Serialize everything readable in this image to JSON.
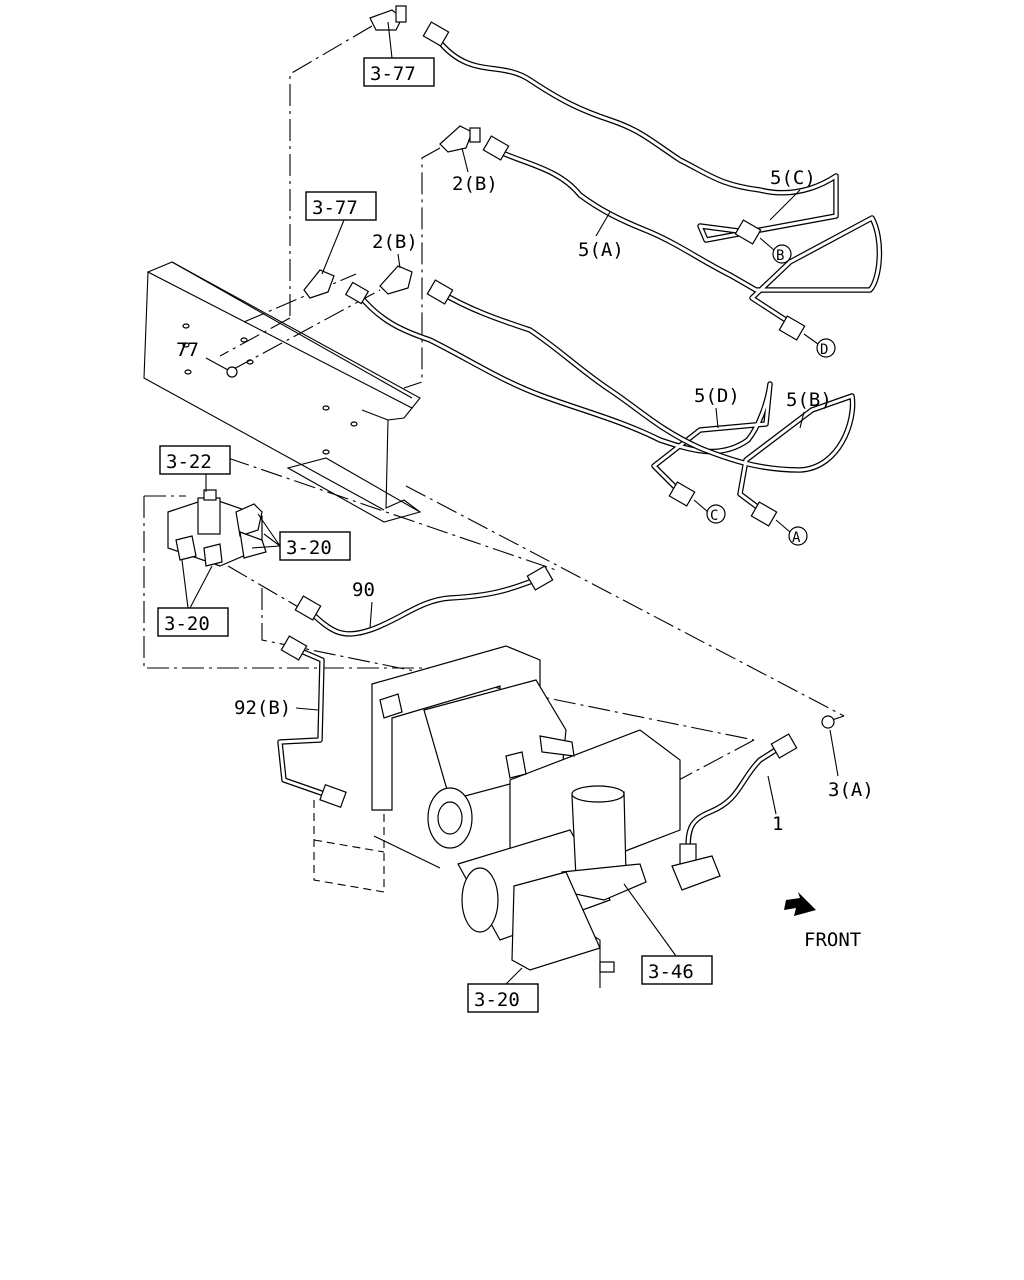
{
  "callouts": {
    "ref_3_77_top": "3-77",
    "ref_3_77_mid": "3-77",
    "ref_3_22": "3-22",
    "ref_3_20_right": "3-20",
    "ref_3_20_left": "3-20",
    "ref_3_46": "3-46",
    "ref_3_20_bottom": "3-20"
  },
  "part_labels": {
    "p2b_top": "2(B)",
    "p2b_mid": "2(B)",
    "p5c": "5(C)",
    "p5a": "5(A)",
    "p5d": "5(D)",
    "p5b": "5(B)",
    "p77": "77",
    "p90": "90",
    "p92b": "92(B)",
    "p1": "1",
    "p3a": "3(A)"
  },
  "connection_markers": {
    "b": "B",
    "d": "D",
    "c": "C",
    "a": "A"
  },
  "direction": {
    "label": "FRONT"
  }
}
